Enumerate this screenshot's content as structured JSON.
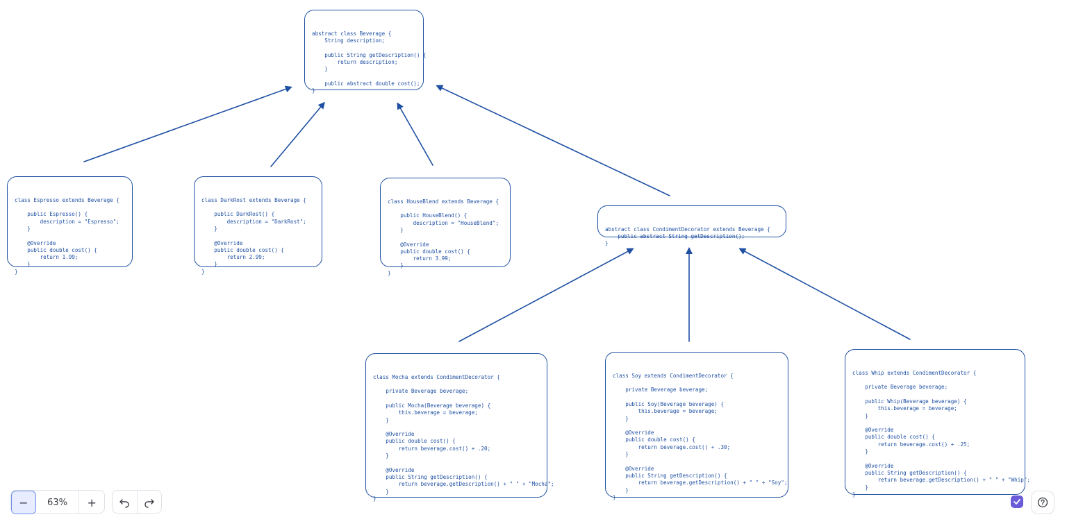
{
  "nodes": {
    "beverage": "abstract class Beverage {\n    String description;\n\n    public String getDescription() {\n        return description;\n    }\n\n    public abstract double cost();\n}",
    "espresso": "class Espresso extends Beverage {\n\n    public Espresso() {\n        description = \"Espresso\";\n    }\n\n    @Override\n    public double cost() {\n        return 1.99;\n    }\n}",
    "darkrost": "class DarkRost extends Beverage {\n\n    public DarkRost() {\n        description = \"DarkRost\";\n    }\n\n    @Override\n    public double cost() {\n        return 2.99;\n    }\n}",
    "houseblend": "class HouseBlend extends Beverage {\n\n    public HouseBlend() {\n        description = \"HouseBlend\";\n    }\n\n    @Override\n    public double cost() {\n        return 3.99;\n    }\n}",
    "condiment": "abstract class CondimentDecorator extends Beverage {\n    public abstract String getDescription();\n}",
    "mocha": "class Mocha extends CondimentDecorator {\n\n    private Beverage beverage;\n\n    public Mocha(Beverage beverage) {\n        this.beverage = beverage;\n    }\n\n    @Override\n    public double cost() {\n        return beverage.cost() + .20;\n    }\n\n    @Override\n    public String getDescription() {\n        return beverage.getDescription() + \" \" + \"Mocha\";\n    }\n}",
    "soy": "class Soy extends CondimentDecorator {\n\n    private Beverage beverage;\n\n    public Soy(Beverage beverage) {\n        this.beverage = beverage;\n    }\n\n    @Override\n    public double cost() {\n        return beverage.cost() + .30;\n    }\n\n    @Override\n    public String getDescription() {\n        return beverage.getDescription() + \" \" + \"Soy\";\n    }\n}",
    "whip": "class Whip extends CondimentDecorator {\n\n    private Beverage beverage;\n\n    public Whip(Beverage beverage) {\n        this.beverage = beverage;\n    }\n\n    @Override\n    public double cost() {\n        return beverage.cost() + .25;\n    }\n\n    @Override\n    public String getDescription() {\n        return beverage.getDescription() + \" \" + \"Whip\";\n    }\n}"
  },
  "edges": [
    {
      "from": "espresso",
      "to": "beverage"
    },
    {
      "from": "darkrost",
      "to": "beverage"
    },
    {
      "from": "houseblend",
      "to": "beverage"
    },
    {
      "from": "condiment",
      "to": "beverage"
    },
    {
      "from": "mocha",
      "to": "condiment"
    },
    {
      "from": "soy",
      "to": "condiment"
    },
    {
      "from": "whip",
      "to": "condiment"
    }
  ],
  "toolbar": {
    "zoom_out_label": "−",
    "zoom_level": "63%",
    "zoom_in_label": "+",
    "undo_icon": "undo-icon",
    "redo_icon": "redo-icon"
  },
  "colors": {
    "stroke": "#1e4fa3",
    "toolbar_accent": "#6f8dea",
    "shield": "#6a5bd9"
  },
  "icons": {
    "shield": "shield-check-icon",
    "help": "question-icon"
  }
}
